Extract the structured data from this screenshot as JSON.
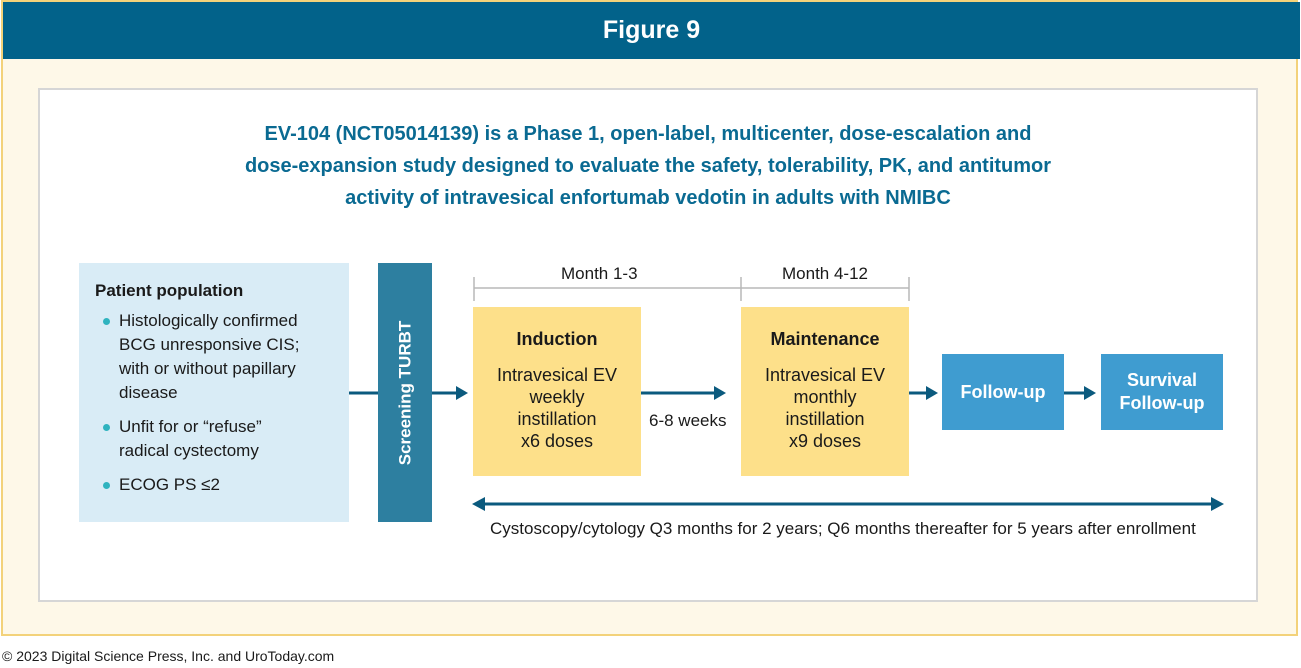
{
  "header": {
    "title": "Figure 9"
  },
  "study": {
    "title_lines": [
      "EV-104 (NCT05014139) is a Phase 1, open-label, multicenter, dose-escalation and",
      "dose-expansion study designed to evaluate the safety, tolerability, PK, and antitumor",
      "activity of intravesical enfortumab vedotin in adults with NMIBC"
    ]
  },
  "population": {
    "title": "Patient population",
    "items": [
      [
        "Histologically confirmed",
        "BCG unresponsive CIS;",
        "with or without papillary",
        "disease"
      ],
      [
        "Unfit for or “refuse”",
        "radical cystectomy"
      ],
      [
        "ECOG PS ≤2"
      ]
    ]
  },
  "screening": {
    "label": "Screening TURBT"
  },
  "timeline": {
    "month_1": "Month 1-3",
    "month_2": "Month 4-12",
    "gap_label": "6-8 weeks"
  },
  "induction": {
    "title": "Induction",
    "lines": [
      "Intravesical EV",
      "weekly",
      "instillation",
      "x6 doses"
    ]
  },
  "maintenance": {
    "title": "Maintenance",
    "lines": [
      "Intravesical EV",
      "monthly",
      "instillation",
      "x9 doses"
    ]
  },
  "followup": {
    "label": "Follow-up"
  },
  "survival": {
    "lines": [
      "Survival",
      "Follow-up"
    ]
  },
  "monitoring": {
    "label": "Cystoscopy/cytology Q3 months for 2 years; Q6 months thereafter for 5 years after enrollment"
  },
  "footer": {
    "copyright": "© 2023 Digital Science Press, Inc. and UroToday.com"
  },
  "colors": {
    "header": "#02628a",
    "frame_bg": "#fef8e8",
    "frame_border": "#f3d27a",
    "title_text": "#0a6a92",
    "population_bg": "#d9ecf6",
    "screening_bg": "#2d7fa0",
    "phase_bg": "#fde08a",
    "followup_bg": "#3f9cd0",
    "arrow": "#0b5a7e",
    "bullet": "#2fb3bf"
  }
}
